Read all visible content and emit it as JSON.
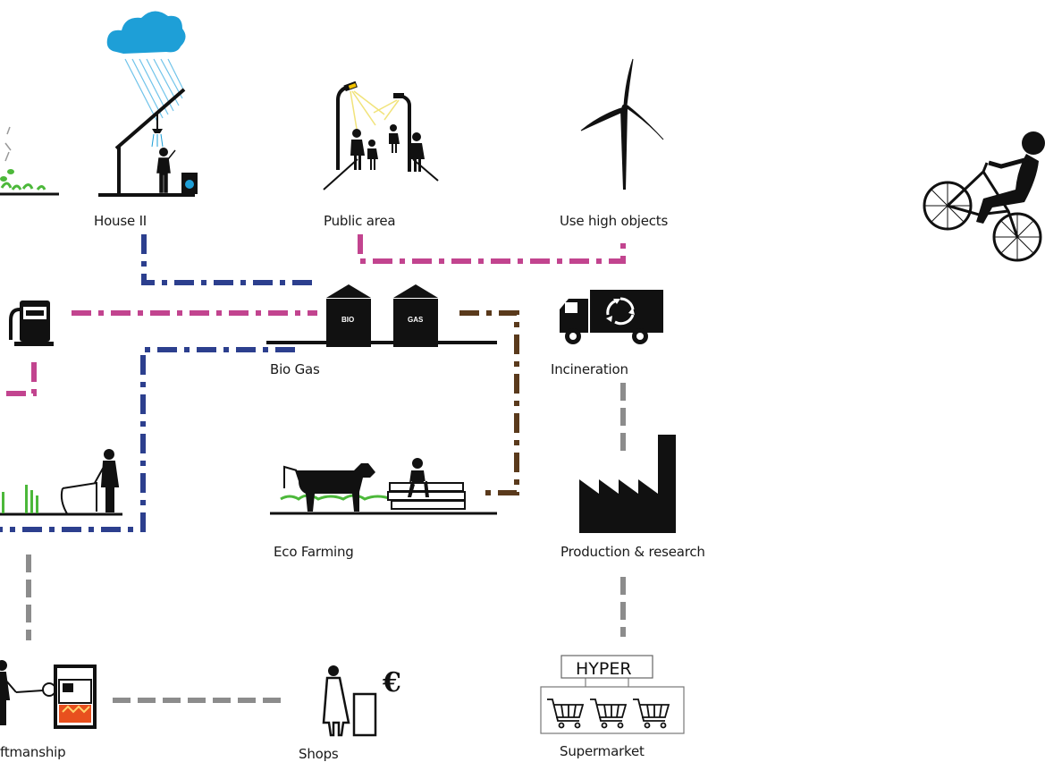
{
  "labels": {
    "house2": "House II",
    "public_area": "Public area",
    "high_objects": "Use high objects",
    "bio_gas": "Bio Gas",
    "incineration": "Incineration",
    "eco_farming": "Eco Farming",
    "production": "Production & research",
    "craftsmanship": "ftmanship",
    "shops": "Shops",
    "supermarket": "Supermarket"
  },
  "tank_tags": {
    "bio": "BIO",
    "gas": "GAS"
  },
  "hyper_sign": "HYPER",
  "currency_symbol": "€",
  "colors": {
    "pink": "#c2448f",
    "blue": "#2c3f8e",
    "brown": "#5a3a1c",
    "grey": "#8c8c8c",
    "cloud": "#1e9fd7",
    "green": "#4cb83a",
    "fire": "#e8501e",
    "ink": "#111111"
  }
}
